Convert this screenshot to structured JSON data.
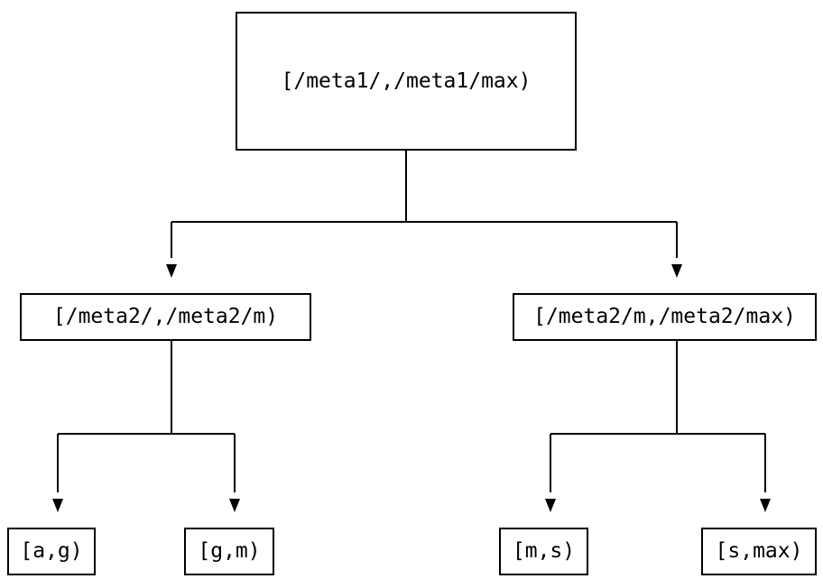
{
  "diagram": {
    "type": "tree",
    "nodes": [
      {
        "id": "root",
        "label": "[/meta1/,/meta1/max)"
      },
      {
        "id": "meta2-low",
        "label": "[/meta2/,/meta2/m)"
      },
      {
        "id": "meta2-high",
        "label": "[/meta2/m,/meta2/max)"
      },
      {
        "id": "leaf-ag",
        "label": "[a,g)"
      },
      {
        "id": "leaf-gm",
        "label": "[g,m)"
      },
      {
        "id": "leaf-ms",
        "label": "[m,s)"
      },
      {
        "id": "leaf-smax",
        "label": "[s,max)"
      }
    ],
    "edges": [
      {
        "from": "root",
        "to": "meta2-low"
      },
      {
        "from": "root",
        "to": "meta2-high"
      },
      {
        "from": "meta2-low",
        "to": "leaf-ag"
      },
      {
        "from": "meta2-low",
        "to": "leaf-gm"
      },
      {
        "from": "meta2-high",
        "to": "leaf-ms"
      },
      {
        "from": "meta2-high",
        "to": "leaf-smax"
      }
    ],
    "colors": {
      "background": "#ffffff",
      "line": "#000000",
      "text": "#000000",
      "node_fill": "#ffffff",
      "node_border": "#000000"
    }
  }
}
